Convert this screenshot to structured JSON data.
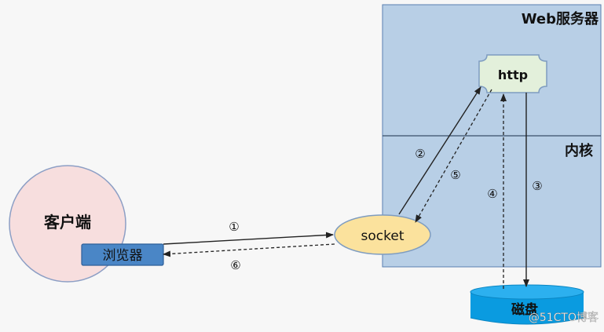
{
  "server_box": {
    "title": "Web服务器",
    "fill": "#b8cfe6",
    "stroke": "#5a7fb0"
  },
  "kernel": {
    "label": "内核"
  },
  "http_node": {
    "label": "http",
    "fill": "#e3f0db",
    "stroke": "#7e9cc0"
  },
  "socket_node": {
    "label": "socket",
    "fill": "#fbe29d",
    "stroke": "#7e9cc0"
  },
  "client": {
    "label": "客户端",
    "fill": "#f7dede",
    "stroke": "#8d9fc5"
  },
  "browser": {
    "label": "浏览器",
    "fill": "#4a86c6",
    "stroke": "#2e5f99"
  },
  "disk": {
    "label": "磁盘",
    "fill": "#0a9be0"
  },
  "steps": {
    "s1": "①",
    "s2": "②",
    "s3": "③",
    "s4": "④",
    "s5": "⑤",
    "s6": "⑥"
  },
  "watermark": "@51CTO博客"
}
